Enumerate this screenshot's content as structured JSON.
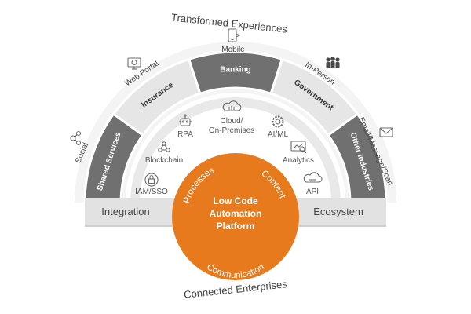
{
  "diagram": {
    "top_label": "Transformed Experiences",
    "bottom_label": "Connected Enterprises",
    "core": {
      "lines": [
        "Low Code",
        "Automation",
        "Platform"
      ],
      "ring_words": [
        "Processes",
        "Content",
        "Communication"
      ],
      "color": "#e87a1e"
    },
    "base": {
      "left": "Integration",
      "right": "Ecosystem"
    },
    "industries": [
      "Shared Services",
      "Insurance",
      "Banking",
      "Government",
      "Other Industries"
    ],
    "channels": [
      "Social",
      "Web Portal",
      "Mobile",
      "In-Person",
      "Email/Message/Scan"
    ],
    "technologies": [
      "IAM/SSO",
      "Blockchain",
      "RPA",
      "Cloud/",
      "On-Premises",
      "AI/ML",
      "Analytics",
      "API"
    ],
    "icons": [
      "social-icon",
      "web-portal-icon",
      "mobile-icon",
      "in-person-icon",
      "email-icon",
      "sso-lock-icon",
      "blockchain-icon",
      "rpa-robot-icon",
      "cloud-icon",
      "ai-gear-icon",
      "analytics-icon",
      "api-cloud-icon"
    ],
    "colors": {
      "dark_sector": "#707070",
      "light_sector": "#e6e6e6",
      "base_bar": "#e2e2e2"
    }
  }
}
